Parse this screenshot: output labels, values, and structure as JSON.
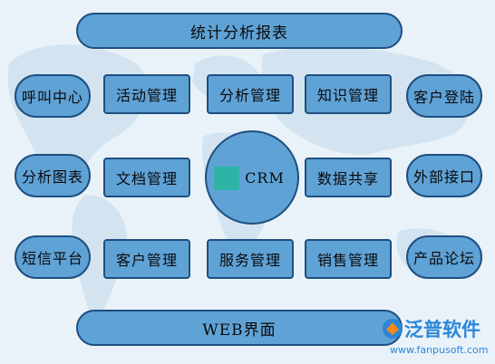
{
  "top_banner": "统计分析报表",
  "bottom_banner": "WEB界面",
  "center": "CRM",
  "left_column": [
    "呼叫中心",
    "分析图表",
    "短信平台"
  ],
  "right_column": [
    "客户登陆",
    "外部接口",
    "产品论坛"
  ],
  "grid": [
    [
      "活动管理",
      "分析管理",
      "知识管理"
    ],
    [
      "文档管理",
      "",
      "数据共享"
    ],
    [
      "客户管理",
      "服务管理",
      "销售管理"
    ]
  ],
  "watermark": {
    "brand": "泛普软件",
    "url": "www.fanpusoft.com"
  },
  "colors": {
    "box_fill": "#5fa2d6",
    "box_border": "#1e4f80",
    "background": "#e9f2f8"
  }
}
